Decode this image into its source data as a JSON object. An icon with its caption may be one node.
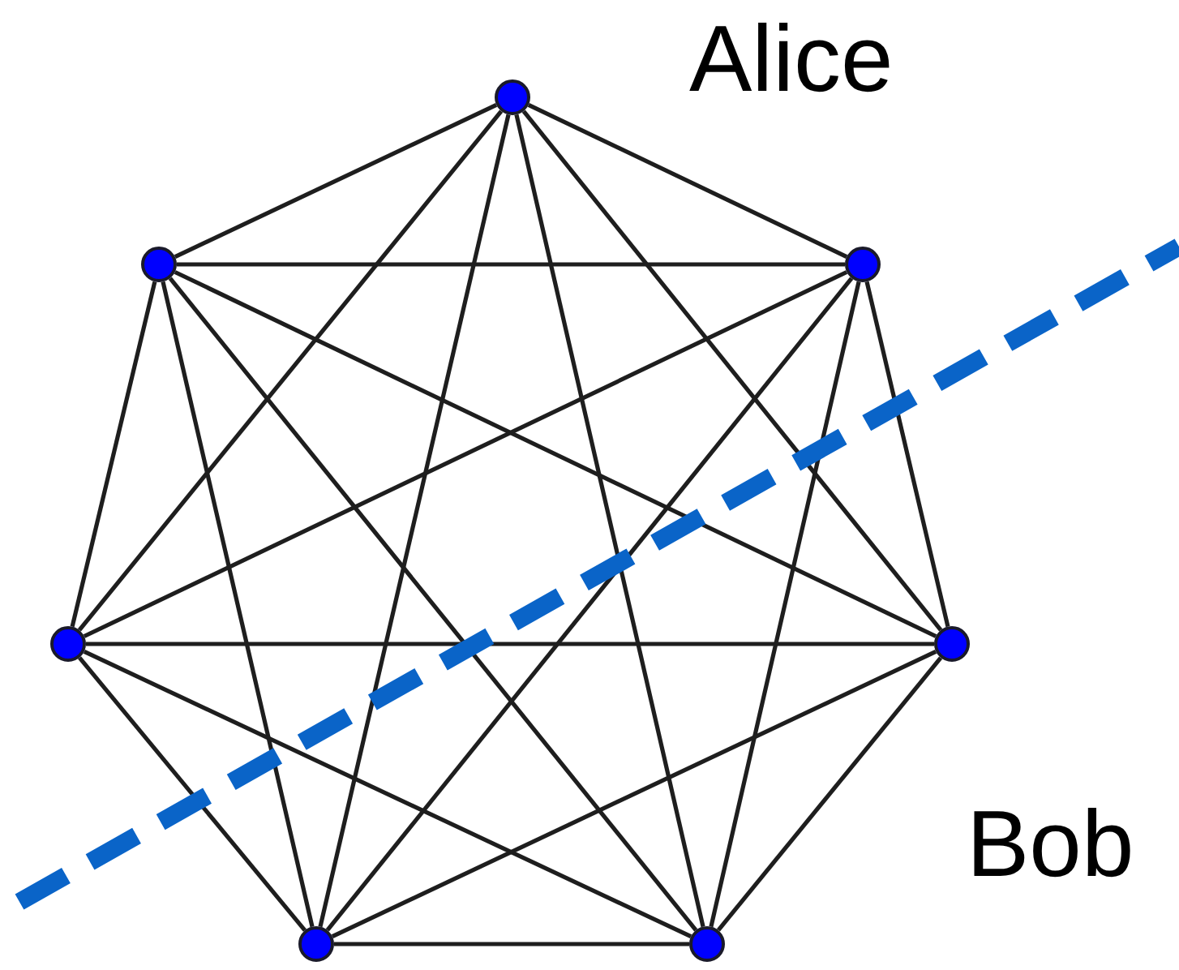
{
  "diagram": {
    "nodes": [
      {
        "text": [],
        "shape": "circle"
      },
      {
        "text": [],
        "shape": "circle"
      },
      {
        "text": [],
        "shape": "circle"
      },
      {
        "text": [],
        "shape": "circle"
      },
      {
        "text": [],
        "shape": "circle"
      },
      {
        "text": [],
        "shape": "circle"
      },
      {
        "text": [],
        "shape": "circle"
      }
    ],
    "edges": [
      {
        "from": 0,
        "to": 1,
        "arrow": "none"
      },
      {
        "from": 0,
        "to": 2,
        "arrow": "none"
      },
      {
        "from": 0,
        "to": 3,
        "arrow": "none"
      },
      {
        "from": 0,
        "to": 4,
        "arrow": "none"
      },
      {
        "from": 0,
        "to": 5,
        "arrow": "none"
      },
      {
        "from": 0,
        "to": 6,
        "arrow": "none"
      },
      {
        "from": 1,
        "to": 2,
        "arrow": "none"
      },
      {
        "from": 1,
        "to": 3,
        "arrow": "none"
      },
      {
        "from": 1,
        "to": 4,
        "arrow": "none"
      },
      {
        "from": 1,
        "to": 5,
        "arrow": "none"
      },
      {
        "from": 1,
        "to": 6,
        "arrow": "none"
      },
      {
        "from": 2,
        "to": 3,
        "arrow": "none"
      },
      {
        "from": 2,
        "to": 4,
        "arrow": "none"
      },
      {
        "from": 2,
        "to": 5,
        "arrow": "none"
      },
      {
        "from": 2,
        "to": 6,
        "arrow": "none"
      },
      {
        "from": 3,
        "to": 4,
        "arrow": "none"
      },
      {
        "from": 3,
        "to": 5,
        "arrow": "none"
      },
      {
        "from": 3,
        "to": 6,
        "arrow": "none"
      },
      {
        "from": 4,
        "to": 5,
        "arrow": "none"
      },
      {
        "from": 4,
        "to": 6,
        "arrow": "none"
      },
      {
        "from": 5,
        "to": 6,
        "arrow": "none"
      }
    ],
    "labels": [
      "Alice",
      "Bob"
    ]
  }
}
